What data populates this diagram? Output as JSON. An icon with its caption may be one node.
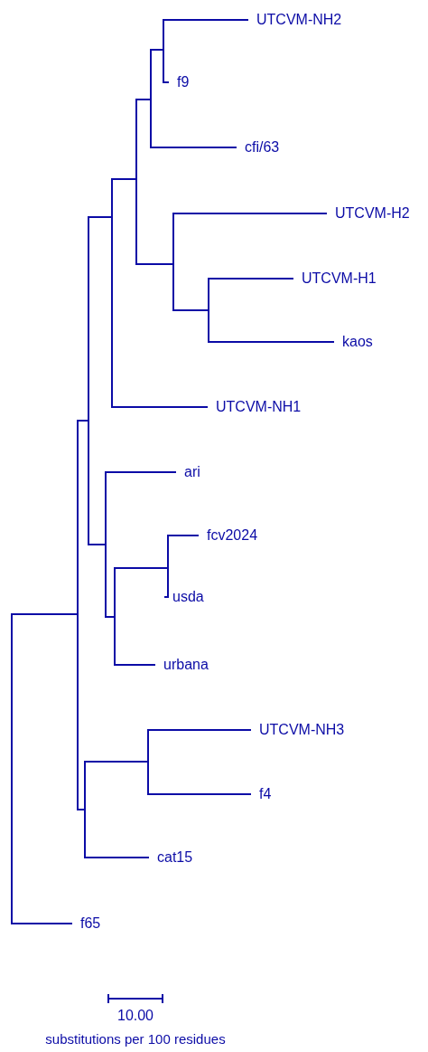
{
  "diagram": {
    "nodes": [
      {
        "text": [],
        "shape": "bar"
      },
      {
        "text": [],
        "shape": "bar"
      },
      {
        "text": [],
        "shape": "bar"
      },
      {
        "text": [],
        "shape": "bar"
      },
      {
        "text": [],
        "shape": "bar"
      },
      {
        "text": [],
        "shape": "bar"
      },
      {
        "text": [],
        "shape": "bar"
      },
      {
        "text": [
          "UTCVM-NH2"
        ]
      },
      {
        "text": [
          "f9"
        ]
      },
      {
        "text": [
          "cfi/63"
        ]
      },
      {
        "text": [],
        "shape": "bar"
      },
      {
        "text": [
          "UTCVM-H2"
        ]
      },
      {
        "text": [],
        "shape": "bar"
      },
      {
        "text": [
          "UTCVM-H1"
        ]
      },
      {
        "text": [
          "kaos"
        ]
      },
      {
        "text": [
          "UTCVM-NH1"
        ]
      },
      {
        "text": [],
        "shape": "bar"
      },
      {
        "text": [
          "ari"
        ]
      },
      {
        "text": [],
        "shape": "bar"
      },
      {
        "text": [],
        "shape": "bar"
      },
      {
        "text": [
          "fcv2024"
        ]
      },
      {
        "text": [
          "usda"
        ]
      },
      {
        "text": [
          "urbana"
        ]
      },
      {
        "text": [],
        "shape": "bar"
      },
      {
        "text": [],
        "shape": "bar"
      },
      {
        "text": [
          "UTCVM-NH3"
        ]
      },
      {
        "text": [
          "f4"
        ]
      },
      {
        "text": [
          "cat15"
        ]
      },
      {
        "text": [
          "f65"
        ]
      }
    ],
    "edges": [
      {
        "from": 0,
        "to": 1,
        "arrow": "none"
      },
      {
        "from": 0,
        "to": 28,
        "arrow": "none"
      },
      {
        "from": 1,
        "to": 2,
        "arrow": "none"
      },
      {
        "from": 1,
        "to": 23,
        "arrow": "none"
      },
      {
        "from": 2,
        "to": 3,
        "arrow": "none"
      },
      {
        "from": 2,
        "to": 16,
        "arrow": "none"
      },
      {
        "from": 3,
        "to": 4,
        "arrow": "none"
      },
      {
        "from": 3,
        "to": 15,
        "arrow": "none"
      },
      {
        "from": 4,
        "to": 5,
        "arrow": "none"
      },
      {
        "from": 4,
        "to": 10,
        "arrow": "none"
      },
      {
        "from": 5,
        "to": 6,
        "arrow": "none"
      },
      {
        "from": 5,
        "to": 9,
        "arrow": "none"
      },
      {
        "from": 6,
        "to": 7,
        "arrow": "none"
      },
      {
        "from": 6,
        "to": 8,
        "arrow": "none"
      },
      {
        "from": 10,
        "to": 11,
        "arrow": "none"
      },
      {
        "from": 10,
        "to": 12,
        "arrow": "none"
      },
      {
        "from": 12,
        "to": 13,
        "arrow": "none"
      },
      {
        "from": 12,
        "to": 14,
        "arrow": "none"
      },
      {
        "from": 16,
        "to": 17,
        "arrow": "none"
      },
      {
        "from": 16,
        "to": 18,
        "arrow": "none"
      },
      {
        "from": 18,
        "to": 19,
        "arrow": "none"
      },
      {
        "from": 18,
        "to": 22,
        "arrow": "none"
      },
      {
        "from": 19,
        "to": 20,
        "arrow": "none"
      },
      {
        "from": 19,
        "to": 21,
        "arrow": "none"
      },
      {
        "from": 23,
        "to": 24,
        "arrow": "none"
      },
      {
        "from": 23,
        "to": 27,
        "arrow": "none"
      },
      {
        "from": 24,
        "to": 25,
        "arrow": "none"
      },
      {
        "from": 24,
        "to": 26,
        "arrow": "none"
      }
    ],
    "labels": [
      "10.00",
      "substitutions per 100 residues"
    ]
  }
}
